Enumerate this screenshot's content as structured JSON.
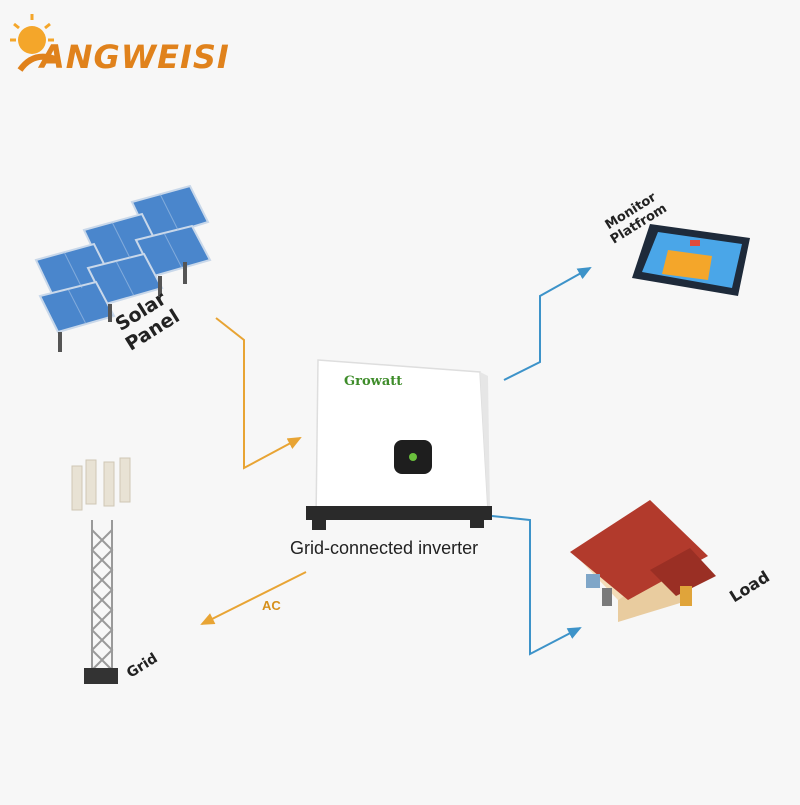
{
  "logo": {
    "text": "ANGWEISI"
  },
  "labels": {
    "solar_line1": "Solar",
    "solar_line2": "Panel",
    "monitor_line1": "Monitor",
    "monitor_line2": "Platfrom",
    "load": "Load",
    "grid": "Grid",
    "inverter": "Grid-connected inverter",
    "ac": "AC",
    "inverter_brand": "Growatt"
  },
  "colors": {
    "dc_line": "#e8a434",
    "data_line": "#3d93c9",
    "ac_line": "#e8a434",
    "logo": "#e0821c",
    "panel": "#3f7fc8",
    "roof": "#b23a2c"
  },
  "icons": [
    "sun-logo-icon",
    "solar-panel-icon",
    "grid-tower-icon",
    "inverter-icon",
    "phone-icon",
    "house-icon"
  ]
}
